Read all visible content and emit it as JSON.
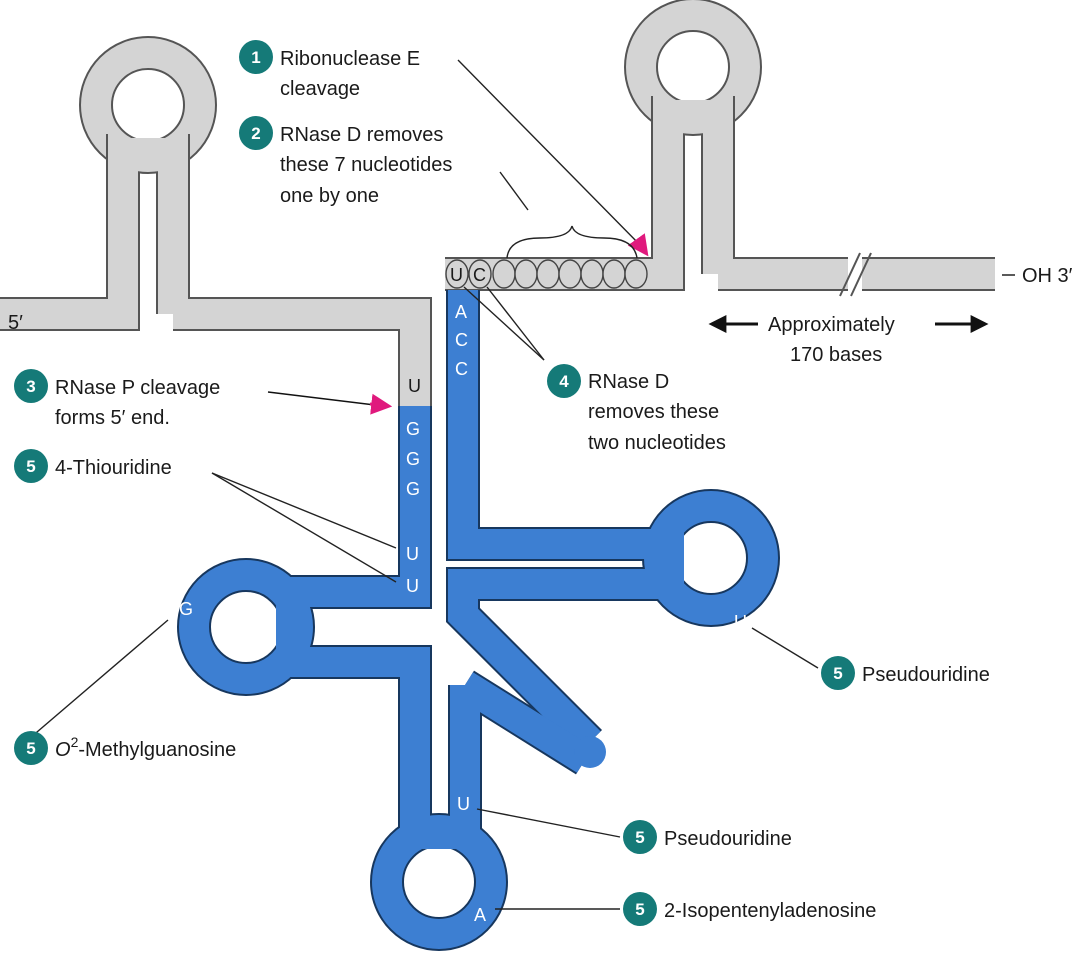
{
  "ends": {
    "five_prime": "5′",
    "three_prime": "OH 3′"
  },
  "span": {
    "line1": "Approximately",
    "line2": "170 bases"
  },
  "steps": [
    {
      "num": "1",
      "lines": [
        "Ribonuclease E",
        "cleavage"
      ]
    },
    {
      "num": "2",
      "lines": [
        "RNase D removes",
        "these 7 nucleotides",
        "one by one"
      ]
    },
    {
      "num": "3",
      "lines": [
        "RNase P cleavage",
        "forms 5′ end."
      ]
    },
    {
      "num": "4",
      "lines": [
        "RNase D",
        "removes these",
        "two nucleotides"
      ]
    }
  ],
  "modifications": [
    {
      "num": "5",
      "text": "4-Thiouridine"
    },
    {
      "num": "5",
      "text_italic": "O",
      "text_sup": "2",
      "text": "-Methylguanosine"
    },
    {
      "num": "5",
      "text": "Pseudouridine"
    },
    {
      "num": "5",
      "text": "Pseudouridine"
    },
    {
      "num": "5",
      "text": "2-Isopentenyladenosine"
    }
  ],
  "nucleotides": {
    "removed_pair": [
      "U",
      "C"
    ],
    "precursor_5_end": "U",
    "acceptor_3": [
      "A",
      "C",
      "C"
    ],
    "acceptor_5": [
      "G",
      "G",
      "G"
    ],
    "thio_pair": [
      "U",
      "U"
    ],
    "d_loop": "G",
    "t_loop": "U",
    "anticodon_stem": "U",
    "anticodon_loop": "A"
  },
  "colors": {
    "mature_trna": "#3d7fd2",
    "precursor": "#d4d4d4",
    "badge": "#157a78",
    "cleavage_arrow": "#e0197d"
  }
}
